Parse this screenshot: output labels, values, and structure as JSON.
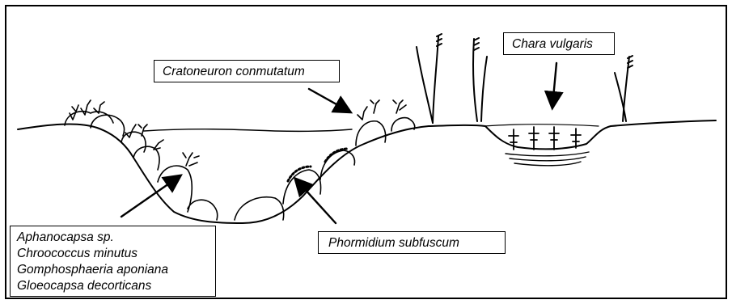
{
  "labels": {
    "cratoneuron": "Cratoneuron conmutatum",
    "chara": "Chara vulgaris",
    "phormidium": "Phormidium subfuscum",
    "cyanobacteria": [
      "Aphanocapsa sp.",
      "Chroococcus minutus",
      "Gomphosphaeria aponiana",
      "Gloeocapsa decorticans"
    ]
  },
  "colors": {
    "ink": "#000000",
    "background": "#ffffff"
  }
}
